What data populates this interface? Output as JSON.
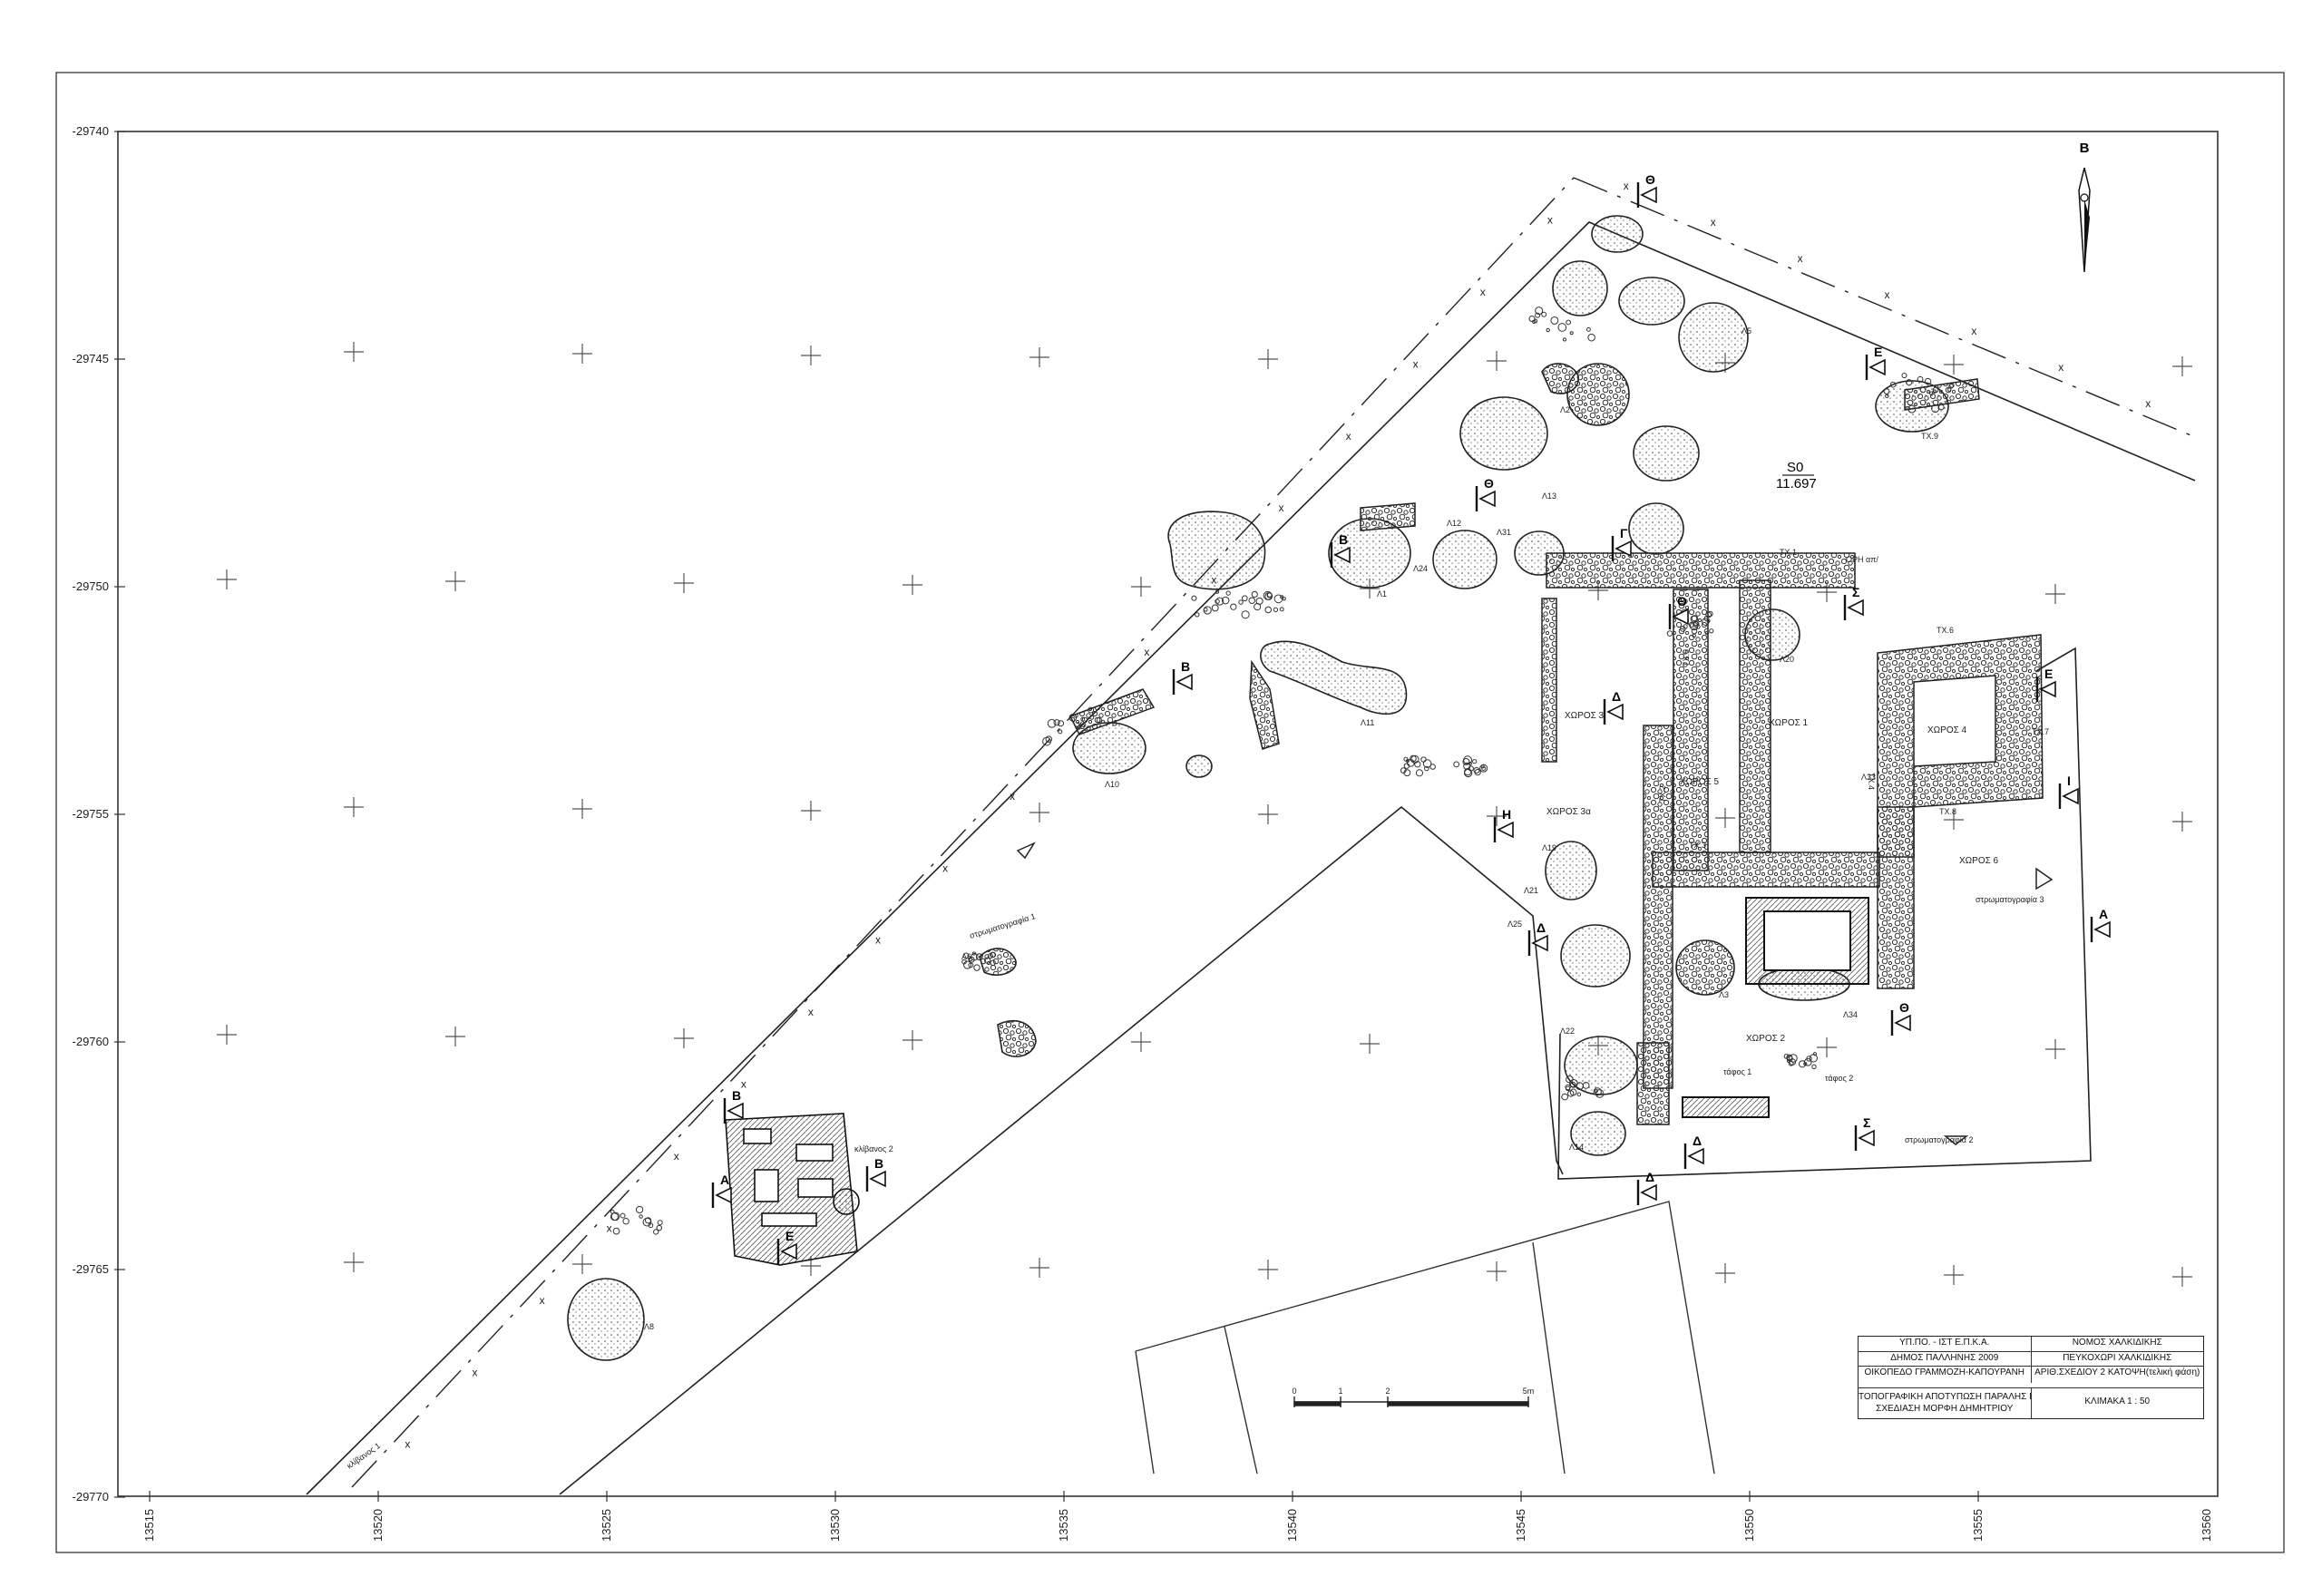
{
  "map": {
    "y_ticks": [
      "-29740",
      "-29745",
      "-29750",
      "-29755",
      "-29760",
      "-29765",
      "-29770"
    ],
    "x_ticks": [
      "13515",
      "13520",
      "13525",
      "13530",
      "13535",
      "13540",
      "13545",
      "13550",
      "13555",
      "13560"
    ],
    "north_arrow_label": "B",
    "benchmark": {
      "code": "S0",
      "elevation": "11.697"
    },
    "zones": {
      "xoros1": "ΧΩΡΟΣ 1",
      "xoros2": "ΧΩΡΟΣ 2",
      "xoros3": "ΧΩΡΟΣ 3",
      "xoros3a": "ΧΩΡΟΣ 3α",
      "xoros4": "ΧΩΡΟΣ 4",
      "xoros5": "ΧΩΡΟΣ 5",
      "xoros6": "ΧΩΡΟΣ 6"
    },
    "walls": [
      "ΤΧ.1",
      "ΤΧ.2",
      "ΤΧ.3",
      "ΤΧ.4",
      "ΤΧ.5",
      "ΤΧ.6",
      "ΤΧ.7",
      "ΤΧ.8",
      "ΤΧ.9"
    ],
    "pits": [
      "Λ1",
      "Λ2",
      "Λ3",
      "Λ5",
      "Λ6",
      "Λ8",
      "Λ10",
      "Λ11",
      "Λ12",
      "Λ13",
      "Λ14",
      "Λ19",
      "Λ20",
      "Λ21",
      "Λ22",
      "Λ24",
      "Λ25",
      "Λ31",
      "Λ33",
      "Λ34"
    ],
    "trenches": {
      "t1": "στρωματογραφία 1",
      "t2": "στρωματογραφία 2",
      "t3": "στρωματογραφία 3"
    },
    "other_labels": {
      "tomb1": "τάφος 1",
      "tomb2": "τάφος 2",
      "kiln": "κλίβανος 2",
      "kiln1": "κλίβανος 1",
      "ref": "ΟΡΗ απ/"
    },
    "section_marks": [
      "Α",
      "Β",
      "Γ",
      "Δ",
      "Ε",
      "Η",
      "Θ",
      "Ι",
      "Σ"
    ],
    "scale_bar_labels": [
      "0",
      "1",
      "2",
      "5m"
    ]
  },
  "title_block": {
    "r1_left": "ΥΠ.ΠΟ. - ΙΣΤ Ε.Π.Κ.Α.",
    "r1_right": "ΝΟΜΟΣ ΧΑΛΚΙΔΙΚΗΣ",
    "r2_left": "ΔΗΜΟΣ ΠΑΛΛΗΝΗΣ   2009",
    "r2_right": "ΠΕΥΚΟΧΩΡΙ ΧΑΛΚΙΔΙΚΗΣ",
    "r3_left": "ΟΙΚΟΠΕΔΟ ΓΡΑΜΜΟΖΗ-ΚΑΠΟΥΡΑΝΗ",
    "r3_right": "ΑΡΙΘ.ΣΧΕΔΙΟΥ 2 ΚΑΤΟΨΗ(τελική φάση)",
    "r4_left_a": "ΤΟΠΟΓΡΑΦΙΚΗ ΑΠΟΤΥΠΩΣΗ ΠΑΡΑΛΗΣ ΓΙΩΡΓΟΣ",
    "r4_left_b": "ΣΧΕΔΙΑΣΗ ΜΟΡΦΗ ΔΗΜΗΤΡΙΟΥ",
    "r4_right": "ΚΛΙΜΑΚΑ 1 : 50"
  },
  "colors": {
    "ink": "#222222",
    "paper": "#ffffff",
    "hatch": "#555555"
  }
}
